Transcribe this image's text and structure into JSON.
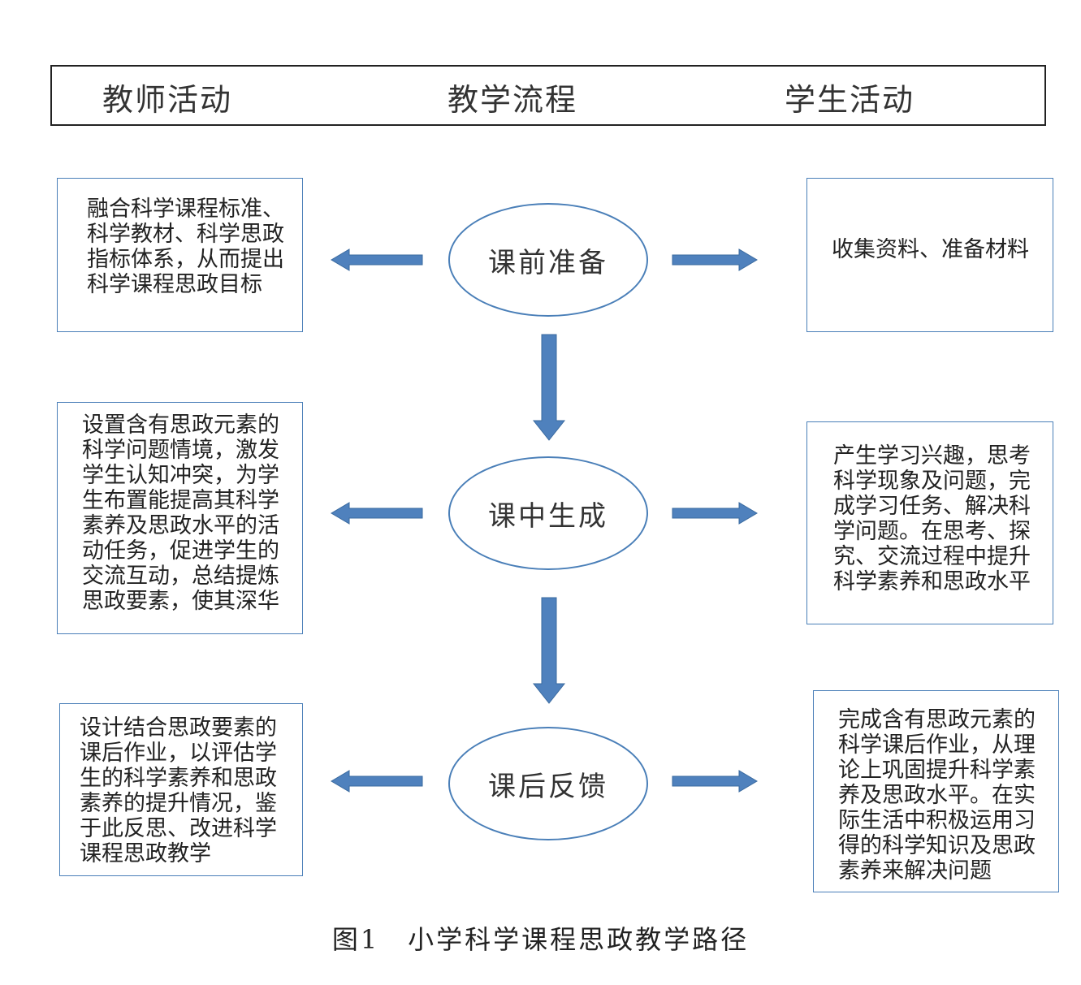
{
  "header": {
    "teacher": "教师活动",
    "process": "教学流程",
    "student": "学生活动"
  },
  "stages": [
    {
      "name": "课前准备",
      "teacher": "融合科学课程标准、\n科学教材、科学思政\n指标体系，从而提出\n科学课程思政目标",
      "student": "收集资料、准备材料"
    },
    {
      "name": "课中生成",
      "teacher": "设置含有思政元素的\n科学问题情境，激发\n学生认知冲突，为学\n生布置能提高其科学\n素养及思政水平的活\n动任务，促进学生的\n交流互动，总结提炼\n思政要素，使其深华",
      "student": "产生学习兴趣，思考\n科学现象及问题，完\n成学习任务、解决科\n学问题。在思考、探\n究、交流过程中提升\n科学素养和思政水平"
    },
    {
      "name": "课后反馈",
      "teacher": "设计结合思政要素的\n课后作业，以评估学\n生的科学素养和思政\n素养的提升情况，鉴\n于此反思、改进科学\n课程思政教学",
      "student": "完成含有思政元素的\n科学课后作业，从理\n论上巩固提升科学素\n养及思政水平。在实\n际生活中积极运用习\n得的科学知识及思政\n素养来解决问题"
    }
  ],
  "caption": "图1　小学科学课程思政教学路径",
  "colors": {
    "arrow": "#4f81bd",
    "arrow_stroke": "#3a6a9f",
    "border": "#4a7fb8"
  }
}
